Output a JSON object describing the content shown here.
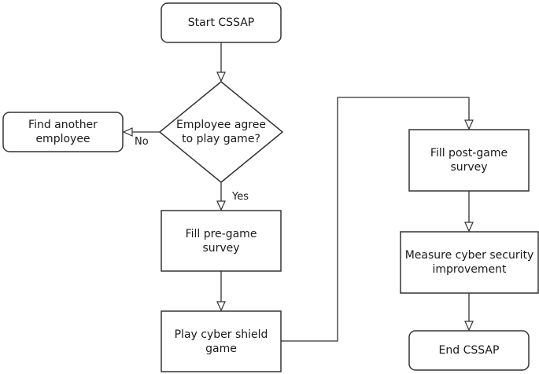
{
  "nodes": {
    "start": "Start CSSAP",
    "decision": "Employee agree to play game?",
    "find_another": "Find another employee",
    "pre_survey": "Fill pre-game survey",
    "play_game": "Play cyber shield game",
    "post_survey": "Fill post-game survey",
    "measure": "Measure cyber security improvement",
    "end": "End CSSAP"
  },
  "edge_labels": {
    "no": "No",
    "yes": "Yes"
  }
}
